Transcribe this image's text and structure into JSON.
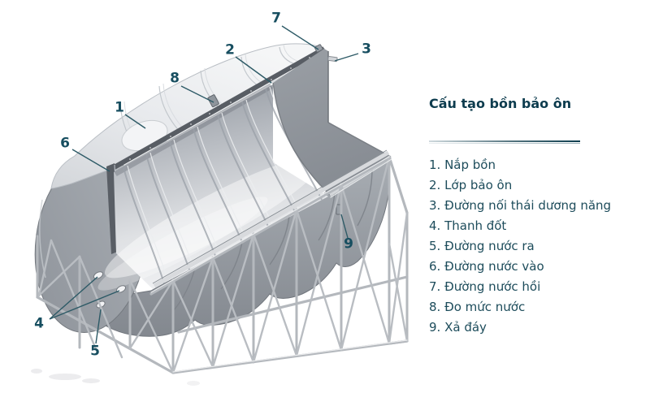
{
  "legend": {
    "title": "Cấu tạo bồn bảo ôn",
    "items": [
      "1. Nắp bồn",
      "2. Lớp bảo ôn",
      "3. Đường nối thái dương năng",
      "4. Thanh đốt",
      "5. Đường nước ra",
      "6. Đường nước vào",
      "7. Đường nước hồi",
      "8. Đo mức nước",
      "9. Xả đáy"
    ]
  },
  "diagram": {
    "callouts": [
      "1",
      "2",
      "3",
      "4",
      "5",
      "6",
      "7",
      "8",
      "9"
    ]
  },
  "colors": {
    "accent_teal": "#174e60",
    "title_teal": "#0d3c4e",
    "leader_line": "#2d5a66",
    "tank_light": "#eef0f2",
    "tank_dark": "#8a8f96"
  }
}
